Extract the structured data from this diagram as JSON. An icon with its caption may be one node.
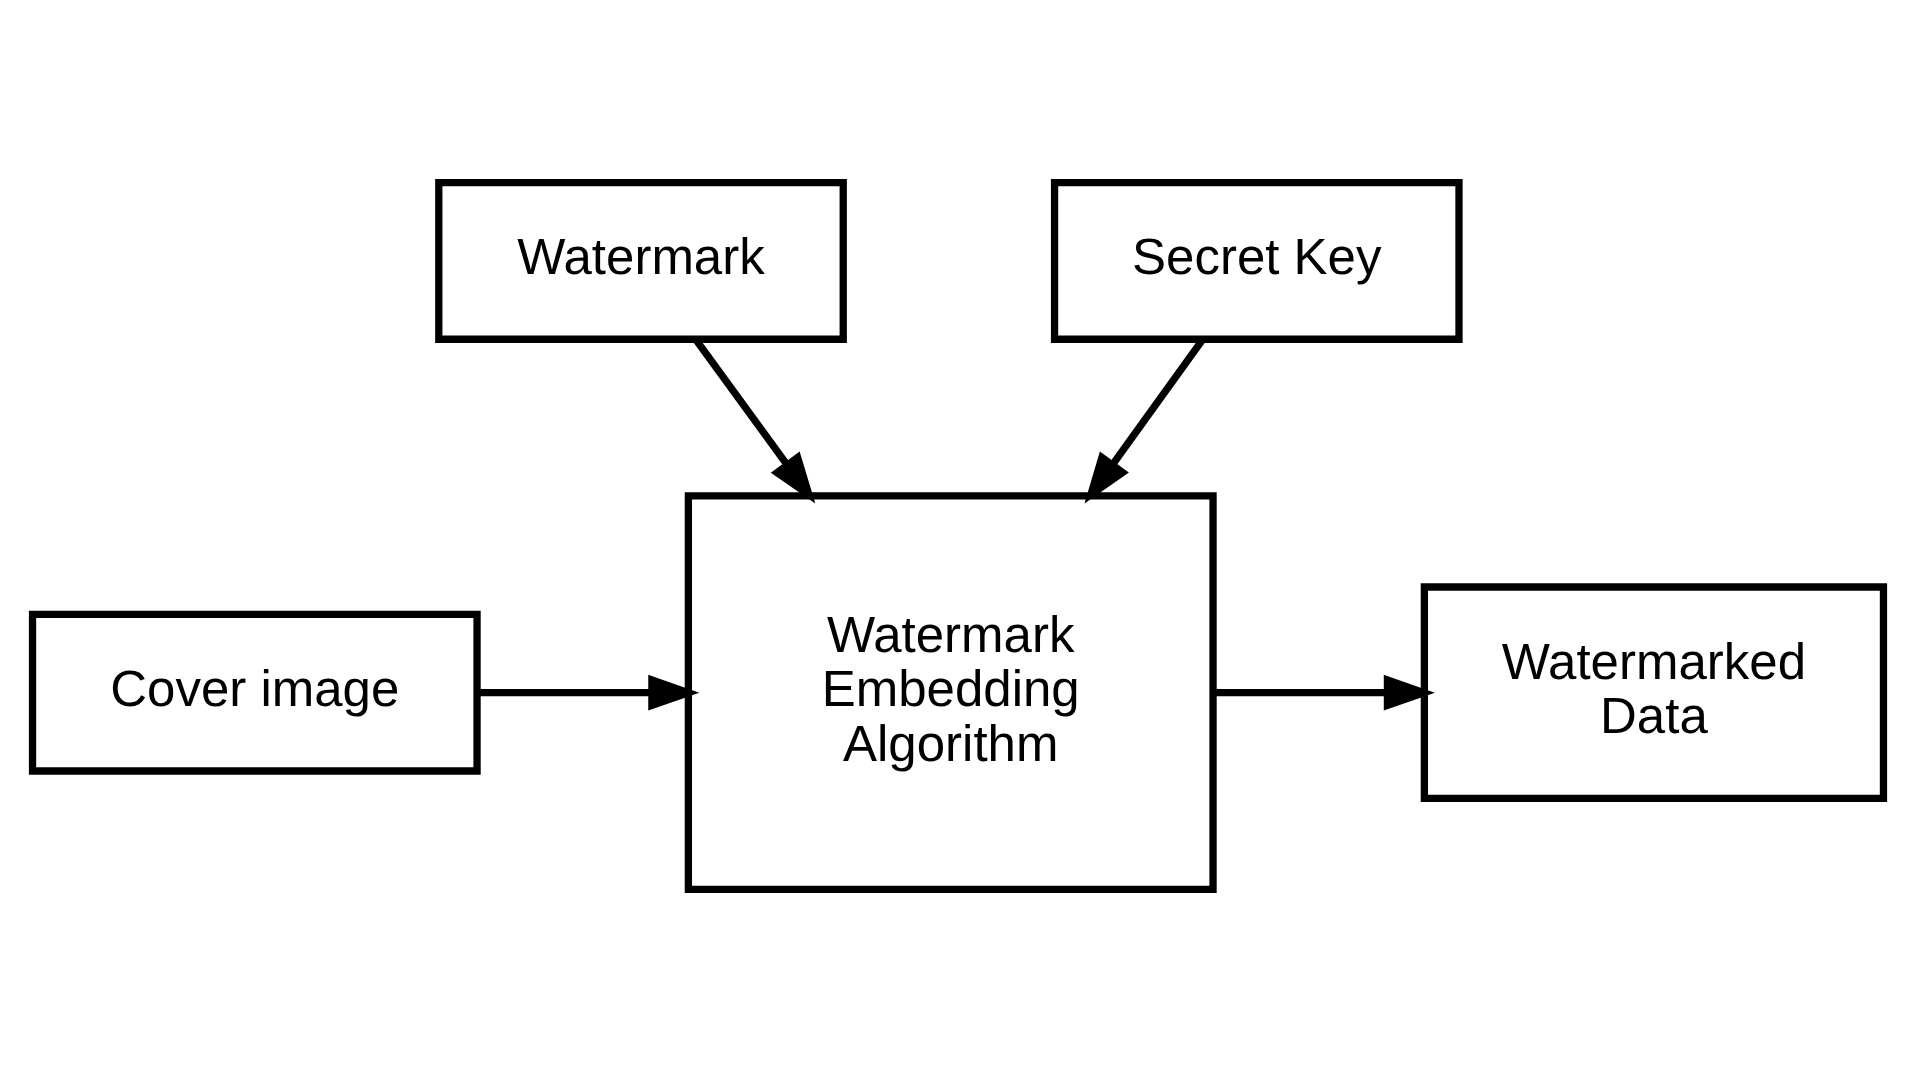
{
  "diagram": {
    "nodes": [
      {
        "text": [
          "Watermark"
        ]
      },
      {
        "text": [
          "Cover image"
        ]
      },
      {
        "text": [
          "Watermark Embedding Algorithm"
        ]
      },
      {
        "text": [
          "Watermarked Data"
        ]
      },
      {
        "text": [
          "Secret Key"
        ]
      }
    ],
    "edges": [
      {
        "from": 0,
        "to": 2,
        "arrow": "to"
      },
      {
        "from": 1,
        "to": 2,
        "arrow": "to"
      },
      {
        "from": 2,
        "to": 3,
        "arrow": "to"
      },
      {
        "from": 4,
        "to": 2,
        "arrow": "to"
      }
    ]
  }
}
